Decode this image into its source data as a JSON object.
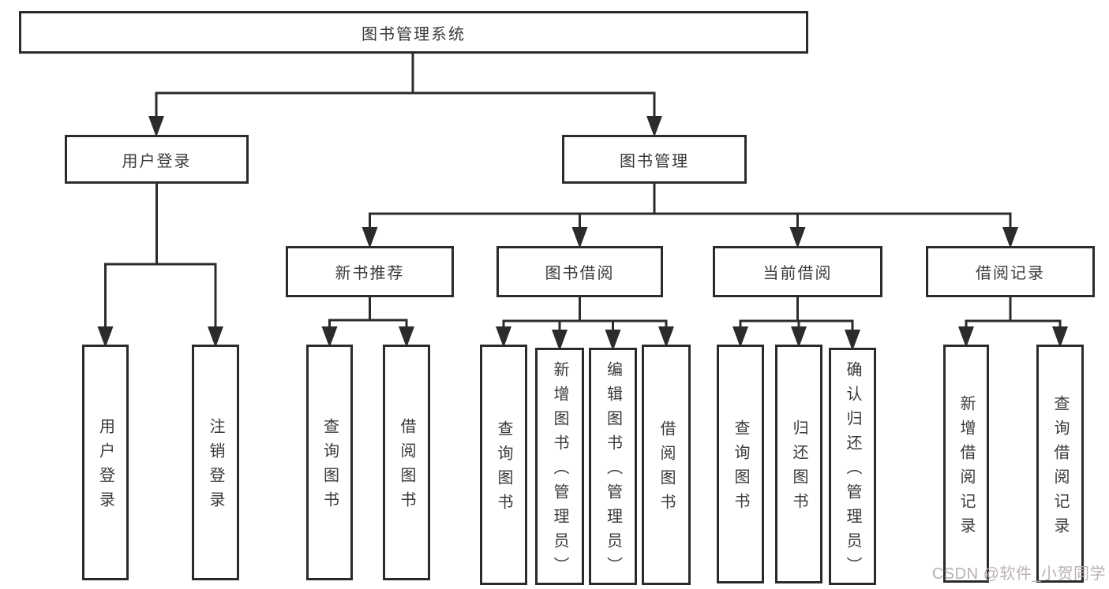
{
  "diagram": {
    "root": {
      "label": "图书管理系统"
    },
    "branches": [
      {
        "label": "用户登录",
        "children": [
          {
            "label": "用户登录"
          },
          {
            "label": "注销登录"
          }
        ]
      },
      {
        "label": "图书管理",
        "children": [
          {
            "label": "新书推荐",
            "children": [
              {
                "label": "查询图书"
              },
              {
                "label": "借阅图书"
              }
            ]
          },
          {
            "label": "图书借阅",
            "children": [
              {
                "label": "查询图书"
              },
              {
                "label": "新增图书（管理员）"
              },
              {
                "label": "编辑图书（管理员）"
              },
              {
                "label": "借阅图书"
              }
            ]
          },
          {
            "label": "当前借阅",
            "children": [
              {
                "label": "查询图书"
              },
              {
                "label": "归还图书"
              },
              {
                "label": "确认归还（管理员）"
              }
            ]
          },
          {
            "label": "借阅记录",
            "children": [
              {
                "label": "新增借阅记录"
              },
              {
                "label": "查询借阅记录"
              }
            ]
          }
        ]
      }
    ]
  },
  "watermark": {
    "text": "CSDN @软件_小贺同学"
  },
  "colors": {
    "line": "#2b2b2b",
    "box_border": "#2b2b2b",
    "text": "#3a3a3a",
    "background": "#ffffff",
    "watermark_text": "#b6aeae"
  }
}
